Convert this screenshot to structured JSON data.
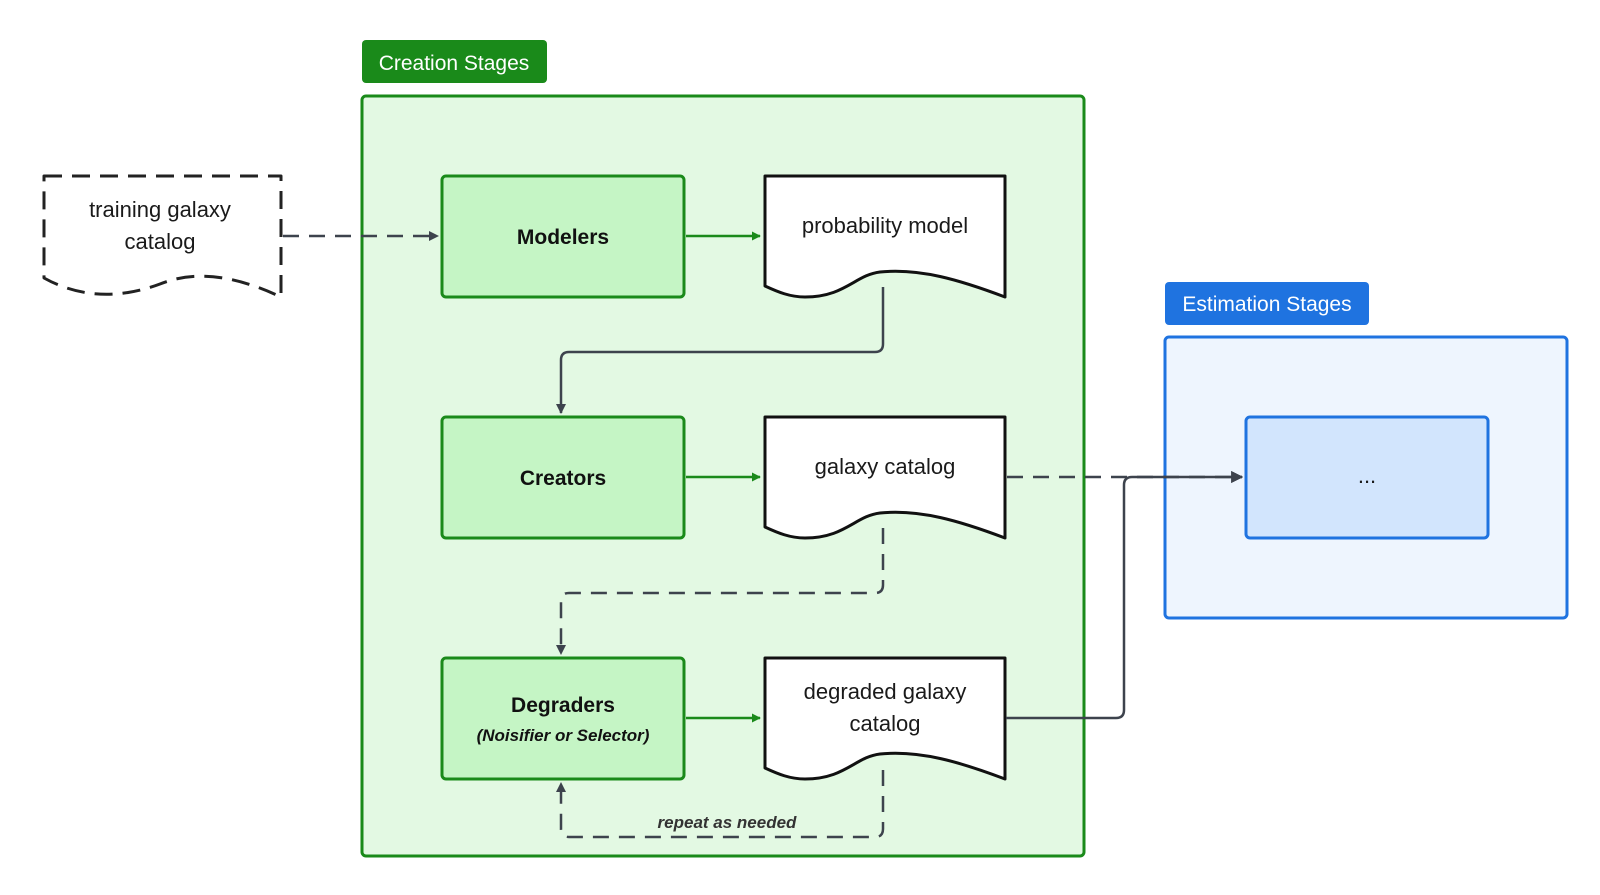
{
  "groups": {
    "creation": {
      "label": "Creation Stages"
    },
    "estimation": {
      "label": "Estimation Stages"
    }
  },
  "input": {
    "line1": "training galaxy",
    "line2": "catalog"
  },
  "stages": {
    "modelers": {
      "label": "Modelers"
    },
    "creators": {
      "label": "Creators"
    },
    "degraders": {
      "label": "Degraders",
      "sublabel": "(Noisifier or Selector)"
    },
    "estimation_placeholder": {
      "label": "..."
    }
  },
  "documents": {
    "probability_model": {
      "label": "probability model"
    },
    "galaxy_catalog": {
      "label": "galaxy catalog"
    },
    "degraded_galaxy_catalog": {
      "line1": "degraded galaxy",
      "line2": "catalog"
    }
  },
  "loop": {
    "label": "repeat as needed"
  },
  "colors": {
    "green_border": "#1a8a1a",
    "green_fill_light": "#e3f9e3",
    "green_stage_fill": "#c5f5c5",
    "green_arrow": "#1a8a1a",
    "blue_border": "#1f73e0",
    "blue_fill_light": "#eef5fe",
    "blue_stage_fill": "#d2e5fd",
    "gray_arrow": "#3d434d"
  }
}
